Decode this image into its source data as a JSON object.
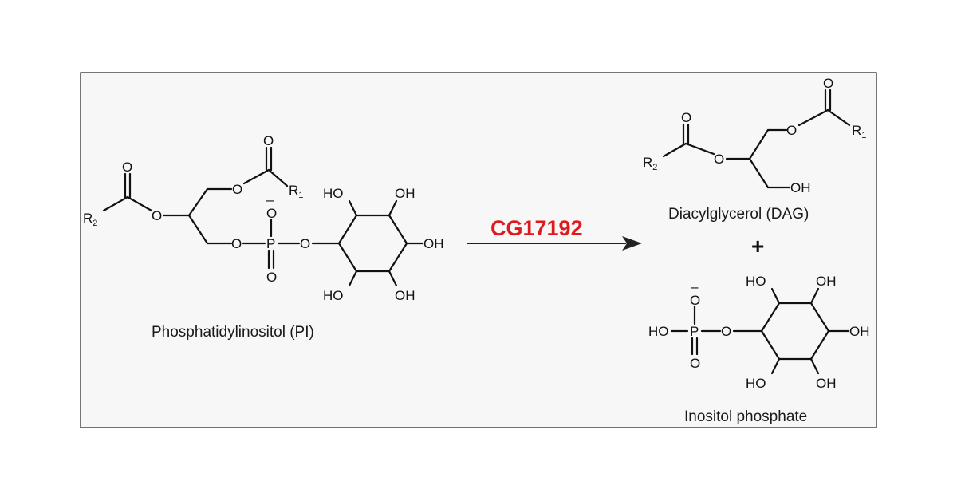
{
  "reaction": {
    "enzyme": "CG17192",
    "plus": "+",
    "substrate": {
      "name": "Phosphatidylinositol (PI)",
      "atoms": {
        "O": "O",
        "O_minus": "O",
        "minus": "–",
        "P": "P",
        "R": "R",
        "sub1": "1",
        "sub2": "2",
        "HO": "HO",
        "OH": "OH"
      }
    },
    "product_1": {
      "name": "Diacylglycerol (DAG)",
      "atoms": {
        "O": "O",
        "R": "R",
        "sub1": "1",
        "sub2": "2",
        "OH": "OH"
      }
    },
    "product_2": {
      "name": "Inositol phosphate",
      "atoms": {
        "O": "O",
        "minus": "–",
        "P": "P",
        "HO": "HO",
        "OH": "OH"
      }
    }
  },
  "colors": {
    "enzyme_text": "#e0191f",
    "structure": "#111111",
    "frame_border": "#1a1a1a",
    "frame_fill": "#f7f7f7"
  }
}
